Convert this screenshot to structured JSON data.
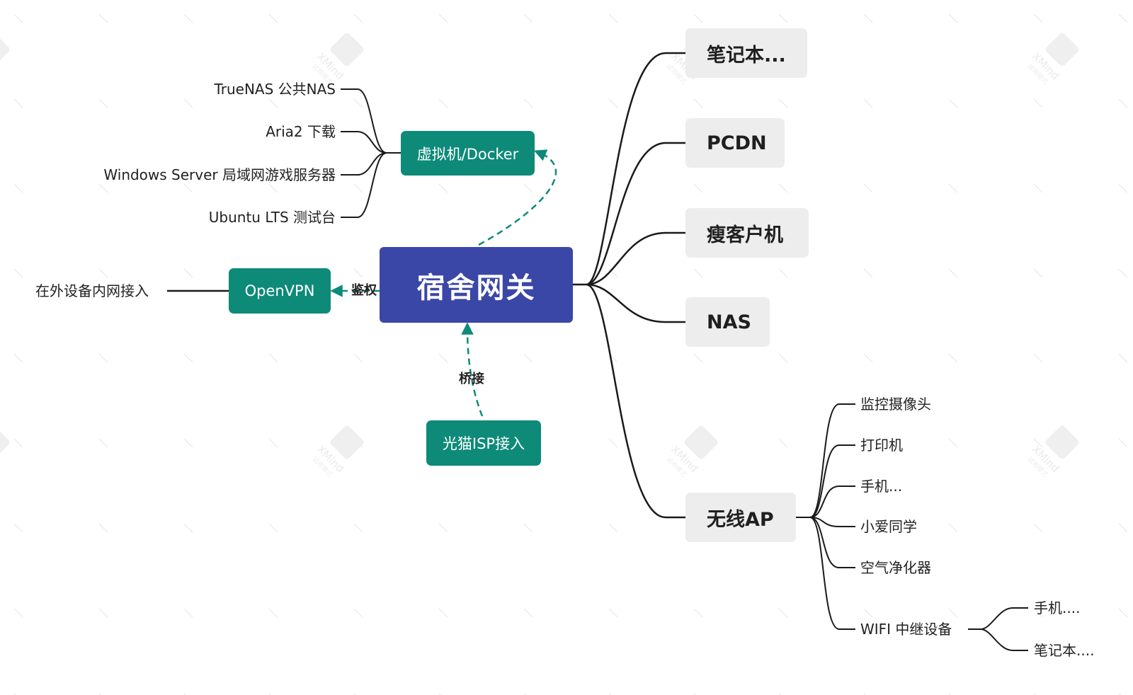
{
  "root": {
    "label": "宿舍网关"
  },
  "left_branches": {
    "vm": {
      "label": "虚拟机/Docker",
      "children": [
        "TrueNAS 公共NAS",
        "Aria2 下载",
        "Windows Server 局域网游戏服务器",
        "Ubuntu LTS 测试台"
      ]
    },
    "vpn": {
      "label": "OpenVPN",
      "edge_label": "鉴权",
      "children": [
        "在外设备内网接入"
      ]
    },
    "isp": {
      "label": "光猫ISP接入",
      "edge_label": "桥接"
    }
  },
  "right_branches": {
    "laptop": {
      "label": "笔记本..."
    },
    "pcdn": {
      "label": "PCDN"
    },
    "thin_client": {
      "label": "瘦客户机"
    },
    "nas": {
      "label": "NAS"
    },
    "wireless_ap": {
      "label": "无线AP",
      "children": [
        "监控摄像头",
        "打印机",
        "手机...",
        "小爱同学",
        "空气净化器",
        "WIFI 中继设备"
      ],
      "repeater_children": [
        "手机....",
        "笔记本...."
      ]
    }
  },
  "watermark": {
    "text": "XMind",
    "subtext": "试用模式"
  },
  "colors": {
    "root_fill": "#3b47a6",
    "teal_fill": "#0e8a79",
    "gray_fill": "#ededed",
    "line": "#1a1a1a",
    "dashed_line": "#0e8a79"
  }
}
